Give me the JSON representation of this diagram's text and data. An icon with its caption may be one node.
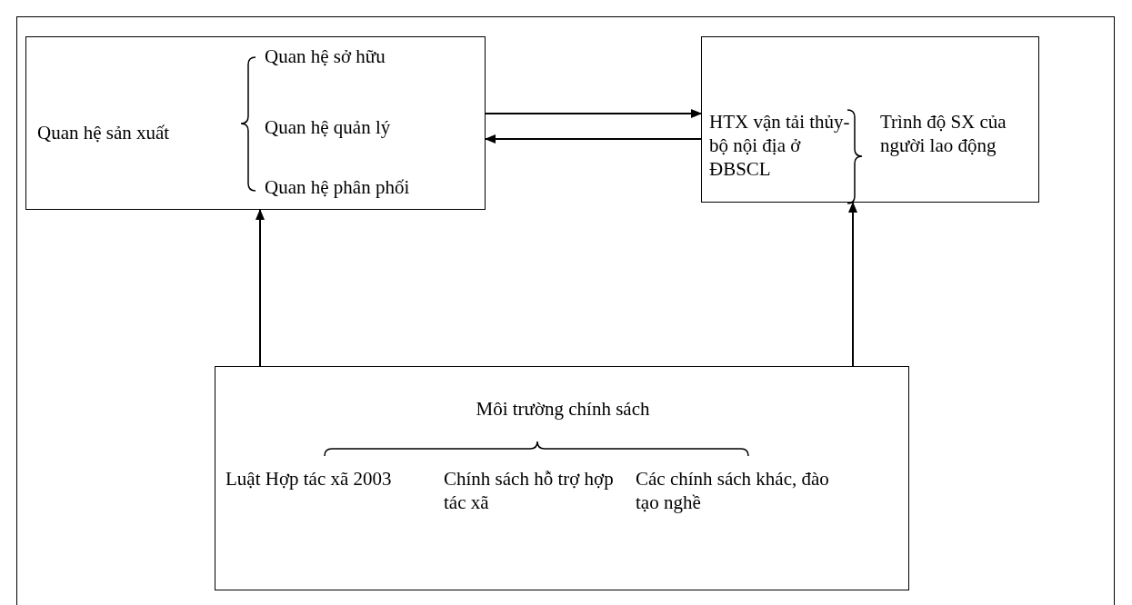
{
  "diagram": {
    "nodes": [
      {
        "text": [
          "Quan hệ sản xuất",
          "Quan hệ sở hữu",
          "Quan hệ quản lý",
          "Quan hệ phân phối"
        ]
      },
      {
        "text": [
          "HTX vận tải thủy-bộ nội địa ở ĐBSCL",
          "Trình độ SX của người lao động"
        ]
      },
      {
        "text": [
          "Môi trường chính sách",
          "Luật Hợp tác xã 2003",
          "Chính sách hỗ trợ hợp tác xã",
          "Các chính sách khác, đào tạo nghề"
        ]
      }
    ],
    "edges": [
      {
        "from": 0,
        "to": 1,
        "arrow": "to"
      },
      {
        "from": 1,
        "to": 0,
        "arrow": "to"
      },
      {
        "from": 2,
        "to": 0,
        "arrow": "to"
      },
      {
        "from": 2,
        "to": 1,
        "arrow": "to"
      }
    ]
  }
}
